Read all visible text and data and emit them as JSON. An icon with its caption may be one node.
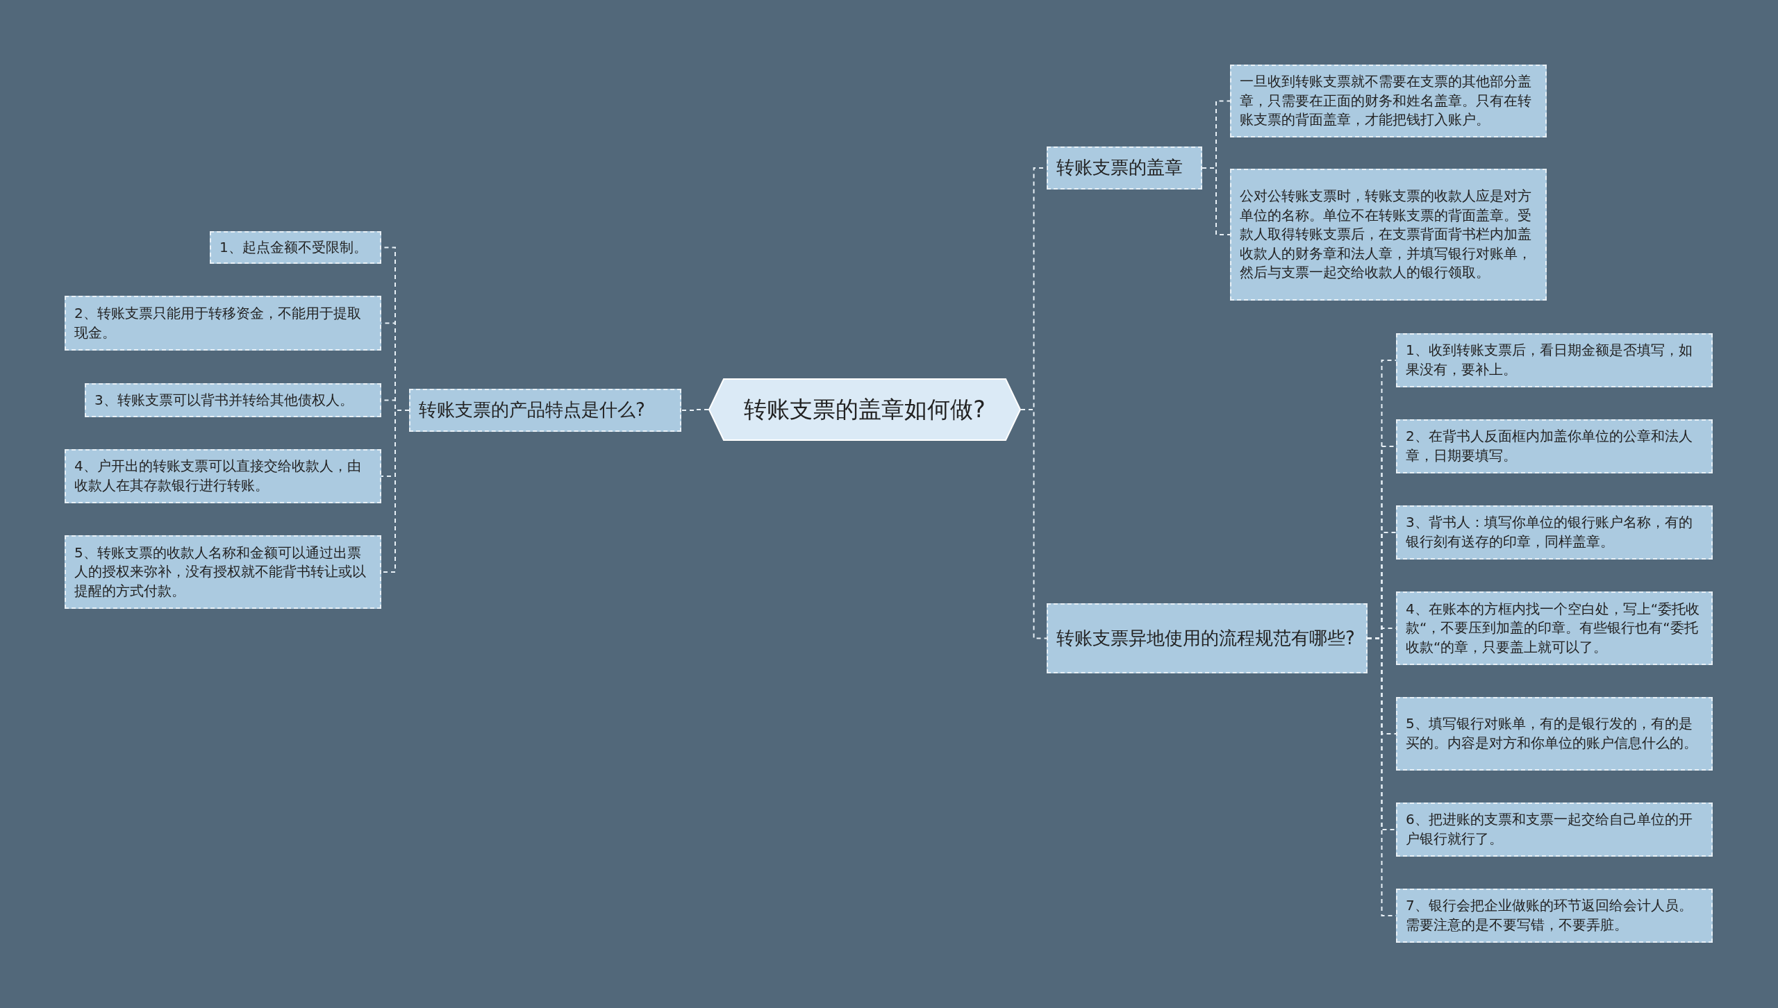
{
  "diagram": {
    "nodes": [
      {
        "text": [
          "转账支票的盖章如何做?"
        ]
      },
      {
        "text": [
          "转账支票的产品特点是什么?"
        ]
      },
      {
        "text": [
          "1、起点金额不受限制。"
        ]
      },
      {
        "text": [
          "2、转账支票只能用于转移资金，不能用于提取现金。"
        ]
      },
      {
        "text": [
          "3、转账支票可以背书并转给其他债权人。"
        ]
      },
      {
        "text": [
          "4、户开出的转账支票可以直接交给收款人，由收款人在其存款银行进行转账。"
        ]
      },
      {
        "text": [
          "5、转账支票的收款人名称和金额可以通过出票人的授权来弥补，没有授权就不能背书转让或以提醒的方式付款。"
        ]
      },
      {
        "text": [
          "转账支票的盖章"
        ]
      },
      {
        "text": [
          "一旦收到转账支票就不需要在支票的其他部分盖章，只需要在正面的财务和姓名盖章。只有在转账支票的背面盖章，才能把钱打入账户。"
        ]
      },
      {
        "text": [
          "公对公转账支票时，转账支票的收款人应是对方单位的名称。单位不在转账支票的背面盖章。受款人取得转账支票后，在支票背面背书栏内加盖收款人的财务章和法人章，并填写银行对账单，然后与支票一起交给收款人的银行领取。"
        ]
      },
      {
        "text": [
          "转账支票异地使用的流程规范有哪些?"
        ]
      },
      {
        "text": [
          "1、收到转账支票后，看日期金额是否填写，如果没有，要补上。"
        ]
      },
      {
        "text": [
          "2、在背书人反面框内加盖你单位的公章和法人章，日期要填写。"
        ]
      },
      {
        "text": [
          "3、背书人：填写你单位的银行账户名称，有的银行刻有送存的印章，同样盖章。"
        ]
      },
      {
        "text": [
          "4、在账本的方框内找一个空白处，写上“委托收款“，不要压到加盖的印章。有些银行也有“委托收款“的章，只要盖上就可以了。"
        ]
      },
      {
        "text": [
          "5、填写银行对账单，有的是银行发的，有的是买的。内容是对方和你单位的账户信息什么的。"
        ]
      },
      {
        "text": [
          "6、把进账的支票和支票一起交给自己单位的开户银行就行了。"
        ]
      },
      {
        "text": [
          "7、银行会把企业做账的环节返回给会计人员。需要注意的是不要写错，不要弄脏。"
        ]
      }
    ],
    "edges": [
      {
        "from": 0,
        "to": 1,
        "arrow": "none"
      },
      {
        "from": 1,
        "to": 2,
        "arrow": "none"
      },
      {
        "from": 1,
        "to": 3,
        "arrow": "none"
      },
      {
        "from": 1,
        "to": 4,
        "arrow": "none"
      },
      {
        "from": 1,
        "to": 5,
        "arrow": "none"
      },
      {
        "from": 1,
        "to": 6,
        "arrow": "none"
      },
      {
        "from": 0,
        "to": 7,
        "arrow": "none"
      },
      {
        "from": 7,
        "to": 8,
        "arrow": "none"
      },
      {
        "from": 7,
        "to": 9,
        "arrow": "none"
      },
      {
        "from": 0,
        "to": 10,
        "arrow": "none"
      },
      {
        "from": 10,
        "to": 11,
        "arrow": "none"
      },
      {
        "from": 10,
        "to": 12,
        "arrow": "none"
      },
      {
        "from": 10,
        "to": 13,
        "arrow": "none"
      },
      {
        "from": 10,
        "to": 14,
        "arrow": "none"
      },
      {
        "from": 10,
        "to": 15,
        "arrow": "none"
      },
      {
        "from": 10,
        "to": 16,
        "arrow": "none"
      },
      {
        "from": 10,
        "to": 17,
        "arrow": "none"
      }
    ]
  }
}
